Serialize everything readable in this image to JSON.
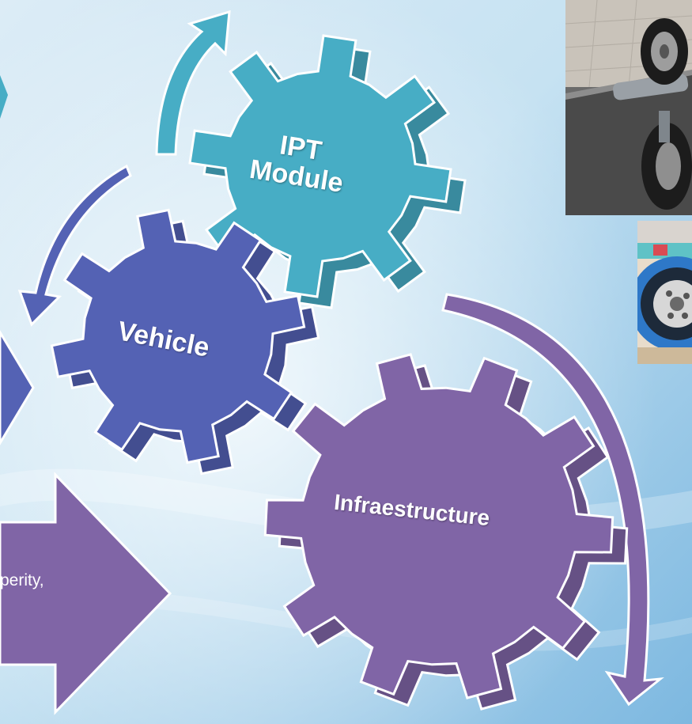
{
  "gears": {
    "ipt_module": {
      "line1": "IPT",
      "line2": "Module"
    },
    "vehicle": {
      "label": "Vehicle"
    },
    "infrastructure": {
      "label": "Infraestructure"
    }
  },
  "partial_text": "perity,",
  "colors": {
    "teal_gear": "#47adc5",
    "blue_gear": "#5462b4",
    "purple_gear": "#8065a6",
    "background_light": "#eef6fb",
    "background_blue": "#a9d2ec"
  },
  "icons": [
    "cycle-arrow",
    "gear",
    "block-arrow"
  ]
}
